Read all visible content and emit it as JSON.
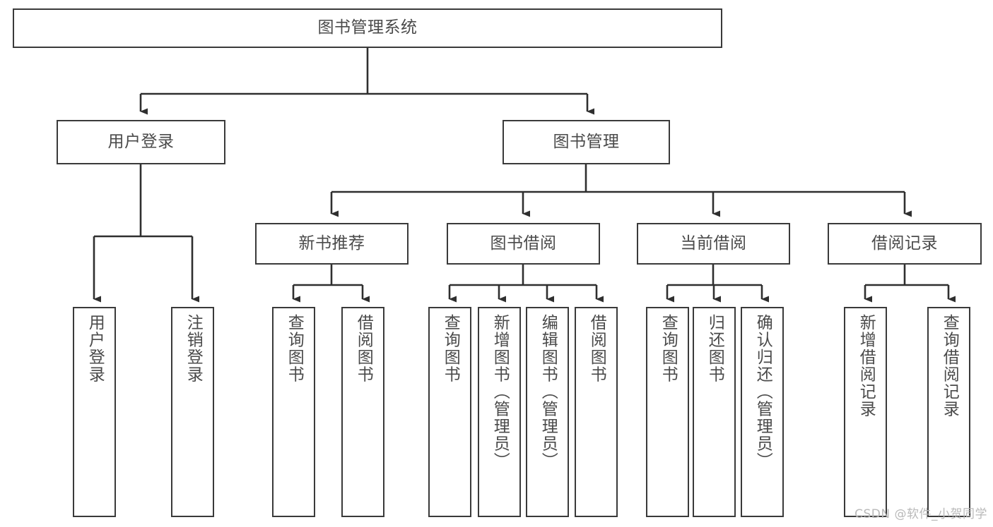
{
  "diagram": {
    "type": "tree-hierarchy-chart",
    "title": "图书管理系统",
    "watermark": "CSDN @软件_小贺同学",
    "colors": {
      "box_border": "#3a3a3a",
      "box_fill": "#ffffff",
      "text": "#4a4a4a",
      "connector": "#2f2f2f",
      "watermark": "#b9b9b9",
      "background": "#ffffff"
    },
    "nodes": {
      "root": {
        "label": "图书管理系统"
      },
      "level2": [
        {
          "id": "user-login",
          "label": "用户登录"
        },
        {
          "id": "book-manage",
          "label": "图书管理"
        }
      ],
      "level3": [
        {
          "id": "new-book-recommend",
          "label": "新书推荐"
        },
        {
          "id": "book-borrow",
          "label": "图书借阅"
        },
        {
          "id": "current-borrow",
          "label": "当前借阅"
        },
        {
          "id": "borrow-record",
          "label": "借阅记录"
        }
      ],
      "leaves": {
        "user-login": [
          {
            "id": "leaf-user-login",
            "label": "用户登录"
          },
          {
            "id": "leaf-logout-login",
            "label": "注销登录"
          }
        ],
        "new-book-recommend": [
          {
            "id": "leaf-query-book-1",
            "label": "查询图书"
          },
          {
            "id": "leaf-borrow-book-1",
            "label": "借阅图书"
          }
        ],
        "book-borrow": [
          {
            "id": "leaf-query-book-2",
            "label": "查询图书"
          },
          {
            "id": "leaf-add-book",
            "label": "新增图书（管理员）"
          },
          {
            "id": "leaf-edit-book",
            "label": "编辑图书（管理员）"
          },
          {
            "id": "leaf-borrow-book-2",
            "label": "借阅图书"
          }
        ],
        "current-borrow": [
          {
            "id": "leaf-query-book-3",
            "label": "查询图书"
          },
          {
            "id": "leaf-return-book",
            "label": "归还图书"
          },
          {
            "id": "leaf-confirm-return",
            "label": "确认归还（管理员）"
          }
        ],
        "borrow-record": [
          {
            "id": "leaf-add-record",
            "label": "新增借阅记录"
          },
          {
            "id": "leaf-query-record",
            "label": "查询借阅记录"
          }
        ]
      }
    }
  }
}
